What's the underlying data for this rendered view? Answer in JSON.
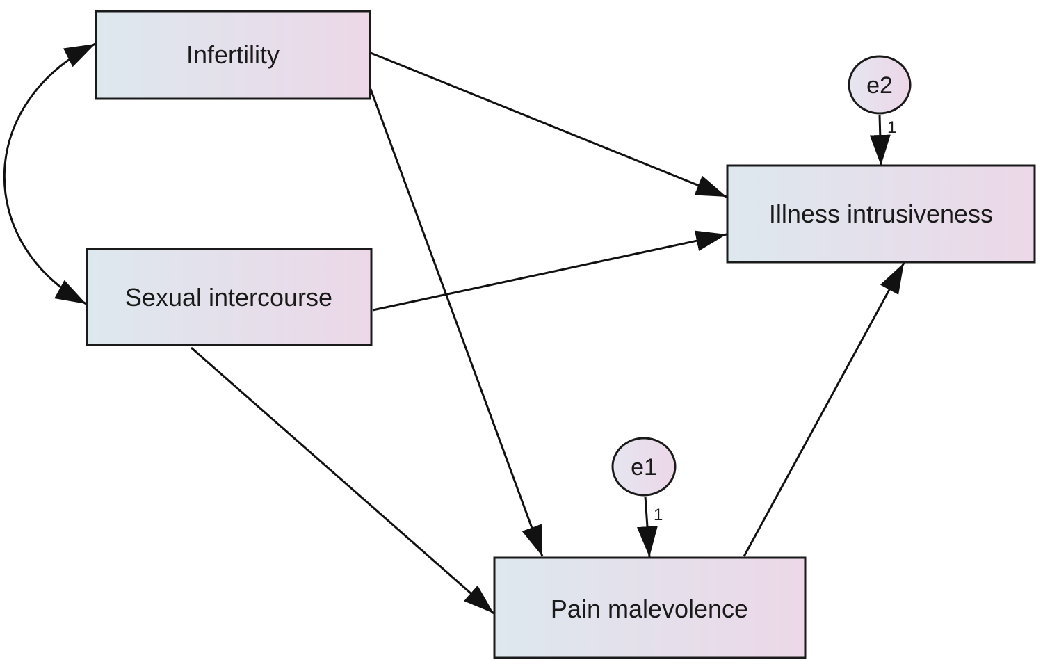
{
  "diagram": {
    "nodes": {
      "infertility": "Infertility",
      "sexual_intercourse": "Sexual intercourse",
      "illness_intrusiveness": "Illness intrusiveness",
      "pain_malevolence": "Pain malevolence"
    },
    "errors": {
      "e1": "e1",
      "e2": "e2"
    },
    "weights": {
      "e1_to_pain": "1",
      "e2_to_illness": "1"
    },
    "edges": [
      {
        "from": "infertility",
        "to": "illness_intrusiveness",
        "type": "directed"
      },
      {
        "from": "infertility",
        "to": "pain_malevolence",
        "type": "directed"
      },
      {
        "from": "sexual_intercourse",
        "to": "illness_intrusiveness",
        "type": "directed"
      },
      {
        "from": "sexual_intercourse",
        "to": "pain_malevolence",
        "type": "directed"
      },
      {
        "from": "pain_malevolence",
        "to": "illness_intrusiveness",
        "type": "directed"
      },
      {
        "from": "e1",
        "to": "pain_malevolence",
        "type": "directed"
      },
      {
        "from": "e2",
        "to": "illness_intrusiveness",
        "type": "directed"
      },
      {
        "from": "infertility",
        "to": "sexual_intercourse",
        "type": "covariance"
      }
    ],
    "colors": {
      "box_gradient_start": "#dde8ee",
      "box_gradient_end": "#ecd8e8",
      "stroke": "#1a1a1a"
    }
  }
}
